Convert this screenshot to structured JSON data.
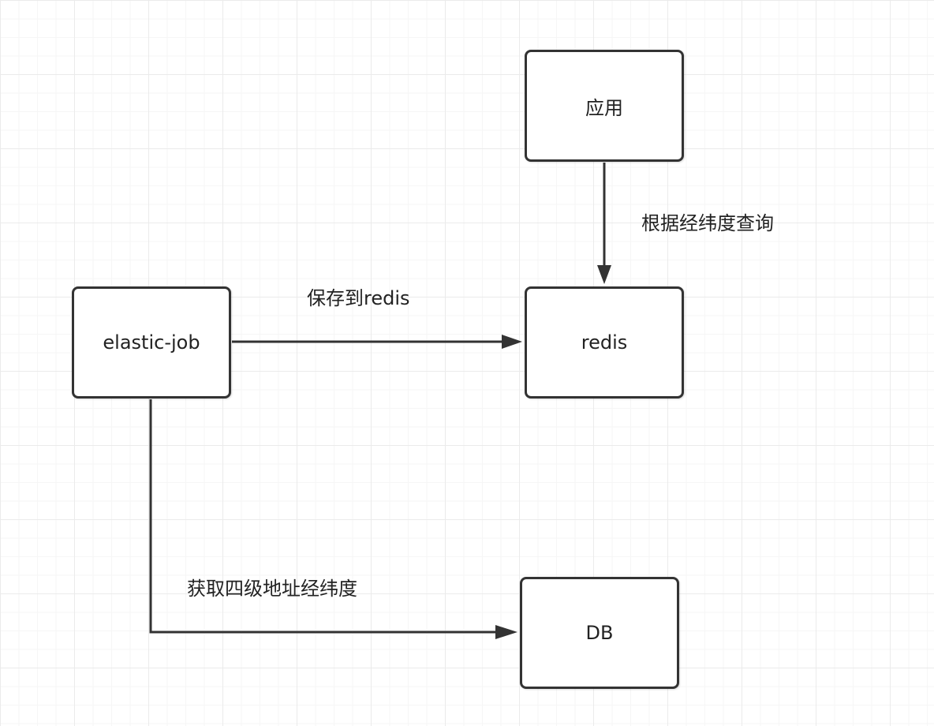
{
  "nodes": {
    "app": "应用",
    "redis": "redis",
    "elastic_job": "elastic-job",
    "db": "DB"
  },
  "edges": {
    "app_to_redis": "根据经纬度查询",
    "job_to_redis": "保存到redis",
    "job_to_db": "获取四级地址经纬度"
  },
  "colors": {
    "stroke": "#333333",
    "grid": "#ebebeb",
    "background": "#ffffff"
  }
}
